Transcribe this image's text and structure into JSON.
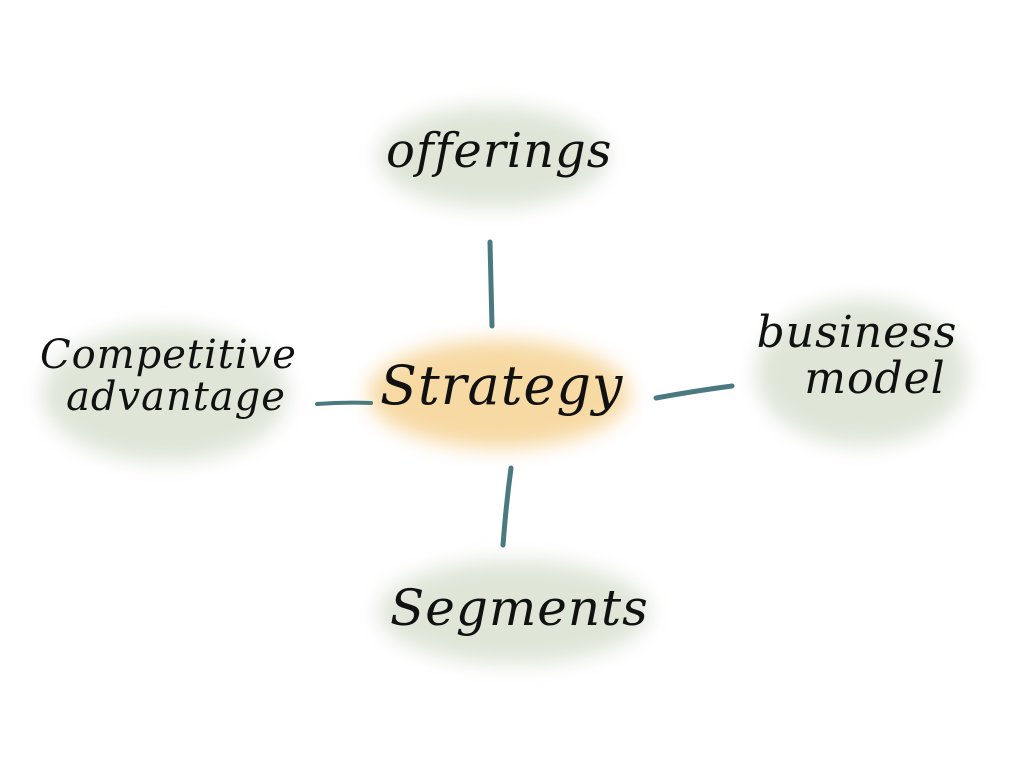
{
  "center": {
    "label": "Strategy"
  },
  "nodes": [
    {
      "id": "offerings",
      "label": "offerings"
    },
    {
      "id": "business-model",
      "line1": "business",
      "line2": "model"
    },
    {
      "id": "segments",
      "label": "Segments"
    },
    {
      "id": "competitive-advantage",
      "line1": "Competitive",
      "line2": "advantage"
    }
  ],
  "colors": {
    "center_wash": "#f6d9a4",
    "node_wash": "#dde5d6",
    "connector": "#4a7a80",
    "ink": "#111111"
  }
}
